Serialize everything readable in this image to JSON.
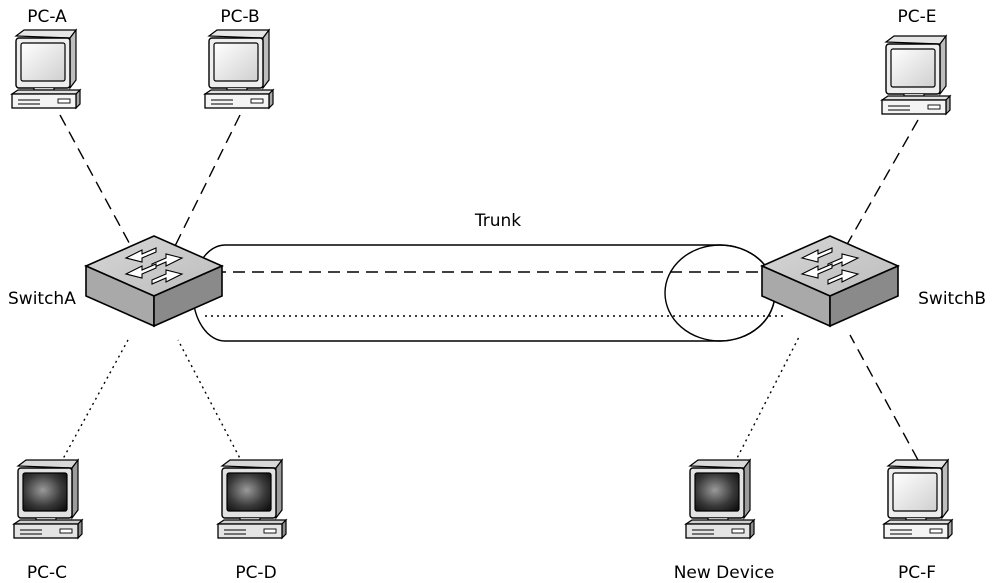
{
  "diagram": {
    "trunk_label": "Trunk",
    "switches": [
      {
        "id": "switchA",
        "label": "SwitchA"
      },
      {
        "id": "switchB",
        "label": "SwitchB"
      }
    ],
    "devices": [
      {
        "id": "pc-a",
        "label": "PC-A",
        "style": "light",
        "switch": "switchA",
        "link": "dashed"
      },
      {
        "id": "pc-b",
        "label": "PC-B",
        "style": "light",
        "switch": "switchA",
        "link": "dashed"
      },
      {
        "id": "pc-c",
        "label": "PC-C",
        "style": "dark",
        "switch": "switchA",
        "link": "dotted"
      },
      {
        "id": "pc-d",
        "label": "PC-D",
        "style": "dark",
        "switch": "switchA",
        "link": "dotted"
      },
      {
        "id": "pc-e",
        "label": "PC-E",
        "style": "light",
        "switch": "switchB",
        "link": "dashed"
      },
      {
        "id": "pc-f",
        "label": "PC-F",
        "style": "light",
        "switch": "switchB",
        "link": "dashed"
      },
      {
        "id": "new-device",
        "label": "New Device",
        "style": "dark",
        "switch": "switchB",
        "link": "dotted"
      }
    ],
    "trunk_links": [
      "dashed",
      "dotted"
    ]
  }
}
